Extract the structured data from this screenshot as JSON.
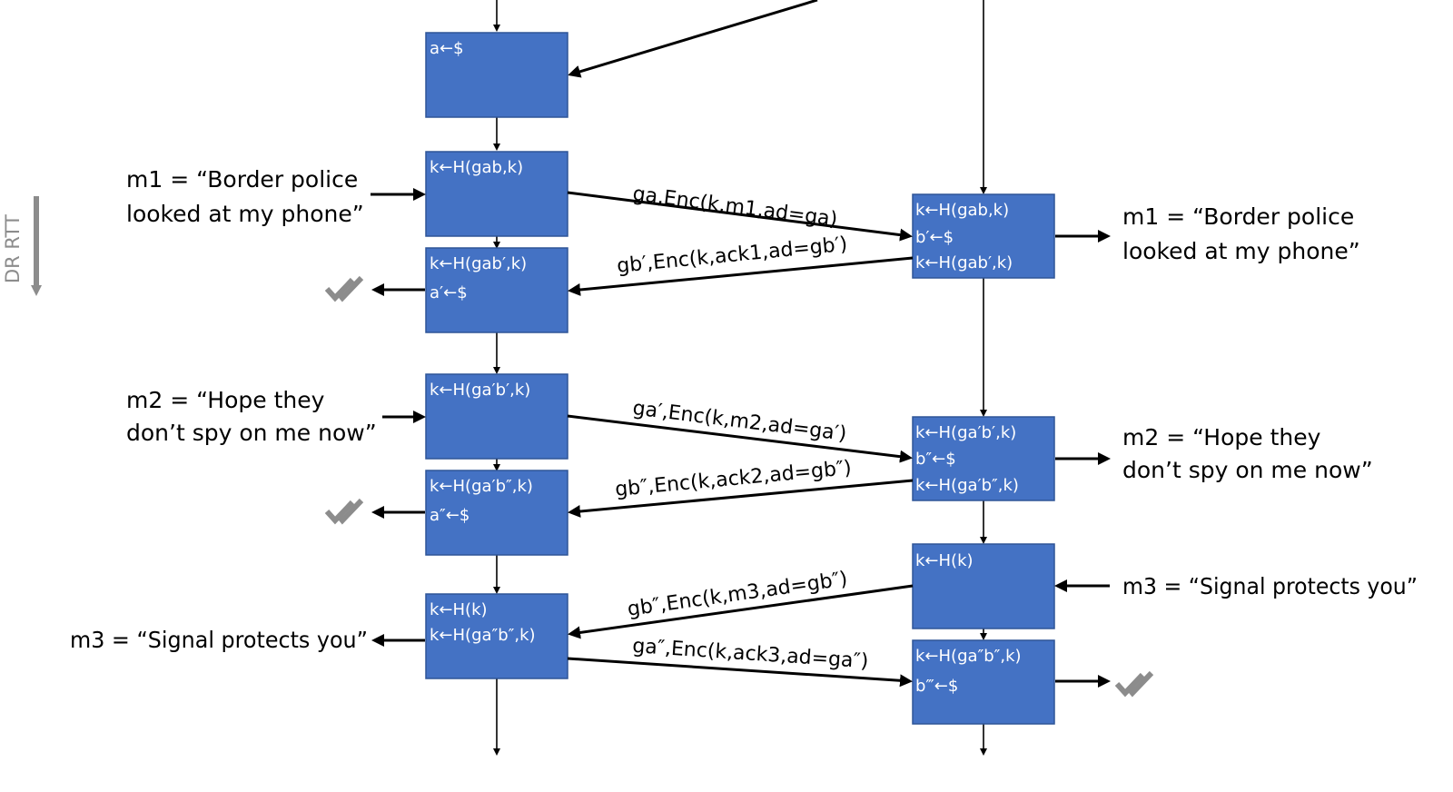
{
  "side_label": "DR RTT",
  "alice_boxes": [
    {
      "lines": [
        "a←$"
      ]
    },
    {
      "lines": [
        "k←H(gab,k)"
      ]
    },
    {
      "lines": [
        "k←H(gab′,k)",
        "a′←$"
      ]
    },
    {
      "lines": [
        "k←H(ga′b′,k)"
      ]
    },
    {
      "lines": [
        "k←H(ga′b″,k)",
        "a″←$"
      ]
    },
    {
      "lines": [
        "k←H(k)",
        "k←H(ga″b″,k)"
      ]
    }
  ],
  "bob_boxes": [
    {
      "lines": [
        "k←H(gab,k)",
        "b′←$",
        "k←H(gab′,k)"
      ]
    },
    {
      "lines": [
        "k←H(ga′b′,k)",
        "b″←$",
        "k←H(ga′b″,k)"
      ]
    },
    {
      "lines": [
        "k←H(k)"
      ]
    },
    {
      "lines": [
        "k←H(ga″b″,k)",
        "b‴←$"
      ]
    }
  ],
  "messages": [
    "ga,Enc(k,m1,ad=ga)",
    "gb′,Enc(k,ack1,ad=gb′)",
    "ga′,Enc(k,m2,ad=ga′)",
    "gb″,Enc(k,ack2,ad=gb″)",
    "gb″,Enc(k,m3,ad=gb″)",
    "ga″,Enc(k,ack3,ad=ga″)"
  ],
  "labels": {
    "m1_left": [
      "m1 = “Border police",
      "looked at my phone”"
    ],
    "m1_right": [
      "m1 = “Border police",
      "looked at my phone”"
    ],
    "m2_left": [
      "m2 = “Hope they",
      "don’t spy on me now”"
    ],
    "m2_right": [
      "m2 = “Hope they",
      "don’t spy on me now”"
    ],
    "m3_right": "m3 = “Signal protects you”",
    "m3_left": "m3 = “Signal protects you”"
  },
  "colors": {
    "box": "#4472c4",
    "ack": "#8c8c8c"
  }
}
